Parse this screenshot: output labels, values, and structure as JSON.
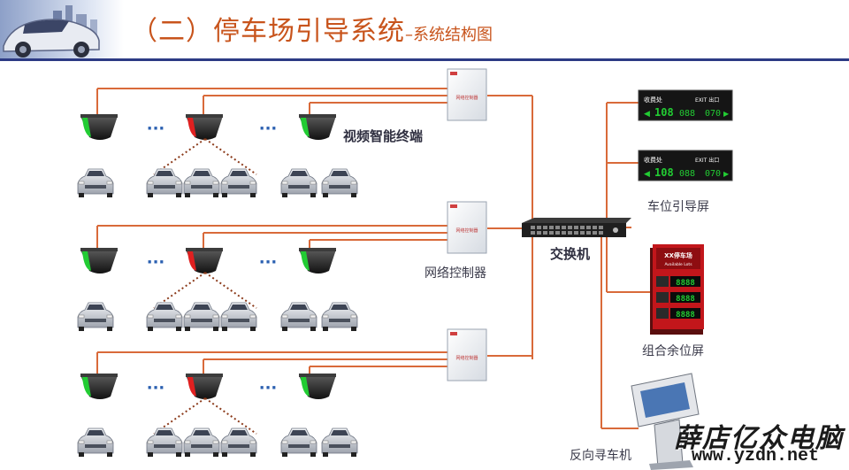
{
  "header": {
    "title_main": "（二）停车场引导系统",
    "title_sub": "–系统结构图"
  },
  "labels": {
    "video_terminal": "视频智能终端",
    "network_controller": "网络控制器",
    "switch": "交换机",
    "space_guidance_screen": "车位引导屏",
    "combined_remaining_screen": "组合余位屏",
    "reverse_car_finder": "反向寻车机"
  },
  "guide_screen": {
    "left_text": "收费处",
    "right_text": "EXIT 出口",
    "num1": "108",
    "num2": "088",
    "num3": "070"
  },
  "remaining_board": {
    "title": "XX停车场",
    "subtitle": "Available Lots",
    "rows": [
      "8888",
      "8888",
      "8888"
    ]
  },
  "controller_label": "网络控制器",
  "ellipsis": "···",
  "watermark": {
    "cn": "薛店亿众电脑",
    "url": "www.yzdn.net"
  },
  "colors": {
    "title": "#c8541c",
    "rule": "#2c3a84",
    "cable": "#d96a3a",
    "dotted": "#8b3a1a",
    "led_green": "#22cc33",
    "led_red": "#e02020"
  }
}
